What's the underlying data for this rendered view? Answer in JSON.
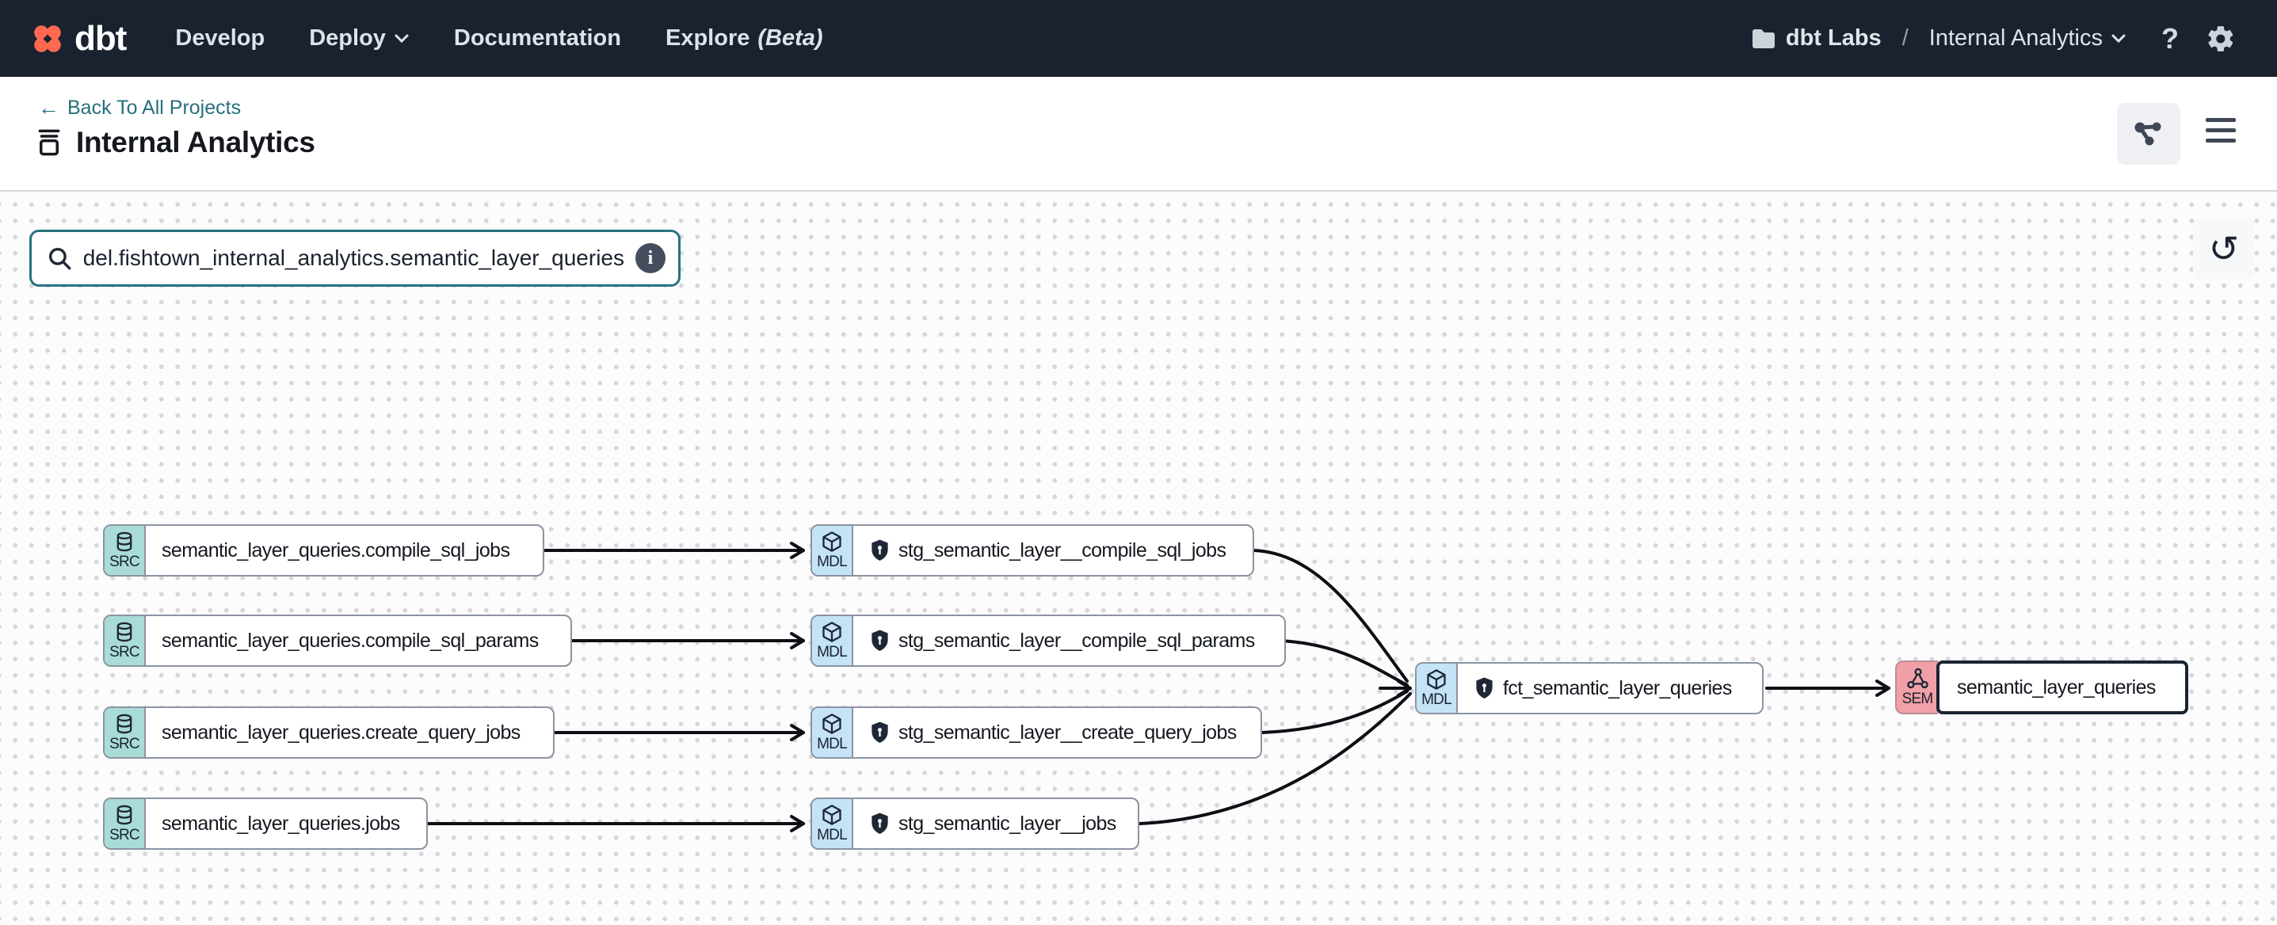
{
  "navbar": {
    "logo_text": "dbt",
    "menu": {
      "develop": "Develop",
      "deploy": "Deploy",
      "documentation": "Documentation",
      "explore": "Explore",
      "explore_suffix": "(Beta)"
    },
    "breadcrumb": {
      "org": "dbt Labs",
      "separator": "/",
      "project": "Internal Analytics"
    },
    "help_glyph": "?"
  },
  "header": {
    "back_arrow": "←",
    "back_label": "Back To All Projects",
    "title": "Internal Analytics"
  },
  "canvas": {
    "search_value": "odel.fishtown_internal_analytics.semantic_layer_queries",
    "info_glyph": "i",
    "reset_glyph": "↺"
  },
  "graph": {
    "nodes": [
      {
        "tag": "SRC",
        "label": "semantic_layer_queries.compile_sql_jobs"
      },
      {
        "tag": "SRC",
        "label": "semantic_layer_queries.compile_sql_params"
      },
      {
        "tag": "SRC",
        "label": "semantic_layer_queries.create_query_jobs"
      },
      {
        "tag": "SRC",
        "label": "semantic_layer_queries.jobs"
      },
      {
        "tag": "MDL",
        "label": "stg_semantic_layer__compile_sql_jobs"
      },
      {
        "tag": "MDL",
        "label": "stg_semantic_layer__compile_sql_params"
      },
      {
        "tag": "MDL",
        "label": "stg_semantic_layer__create_query_jobs"
      },
      {
        "tag": "MDL",
        "label": "stg_semantic_layer__jobs"
      },
      {
        "tag": "MDL",
        "label": "fct_semantic_layer_queries"
      },
      {
        "tag": "SEM",
        "label": "semantic_layer_queries"
      }
    ]
  },
  "colors": {
    "navbar_bg": "#1a2230",
    "accent_orange": "#ff6950",
    "teal_link": "#26707d",
    "src_tab": "#a9dcd6",
    "mdl_tab": "#c4e3f7",
    "sem_tab": "#f1a0a7",
    "search_border": "#26737f",
    "node_border": "#8b93a2",
    "edge": "#0c0f14"
  }
}
